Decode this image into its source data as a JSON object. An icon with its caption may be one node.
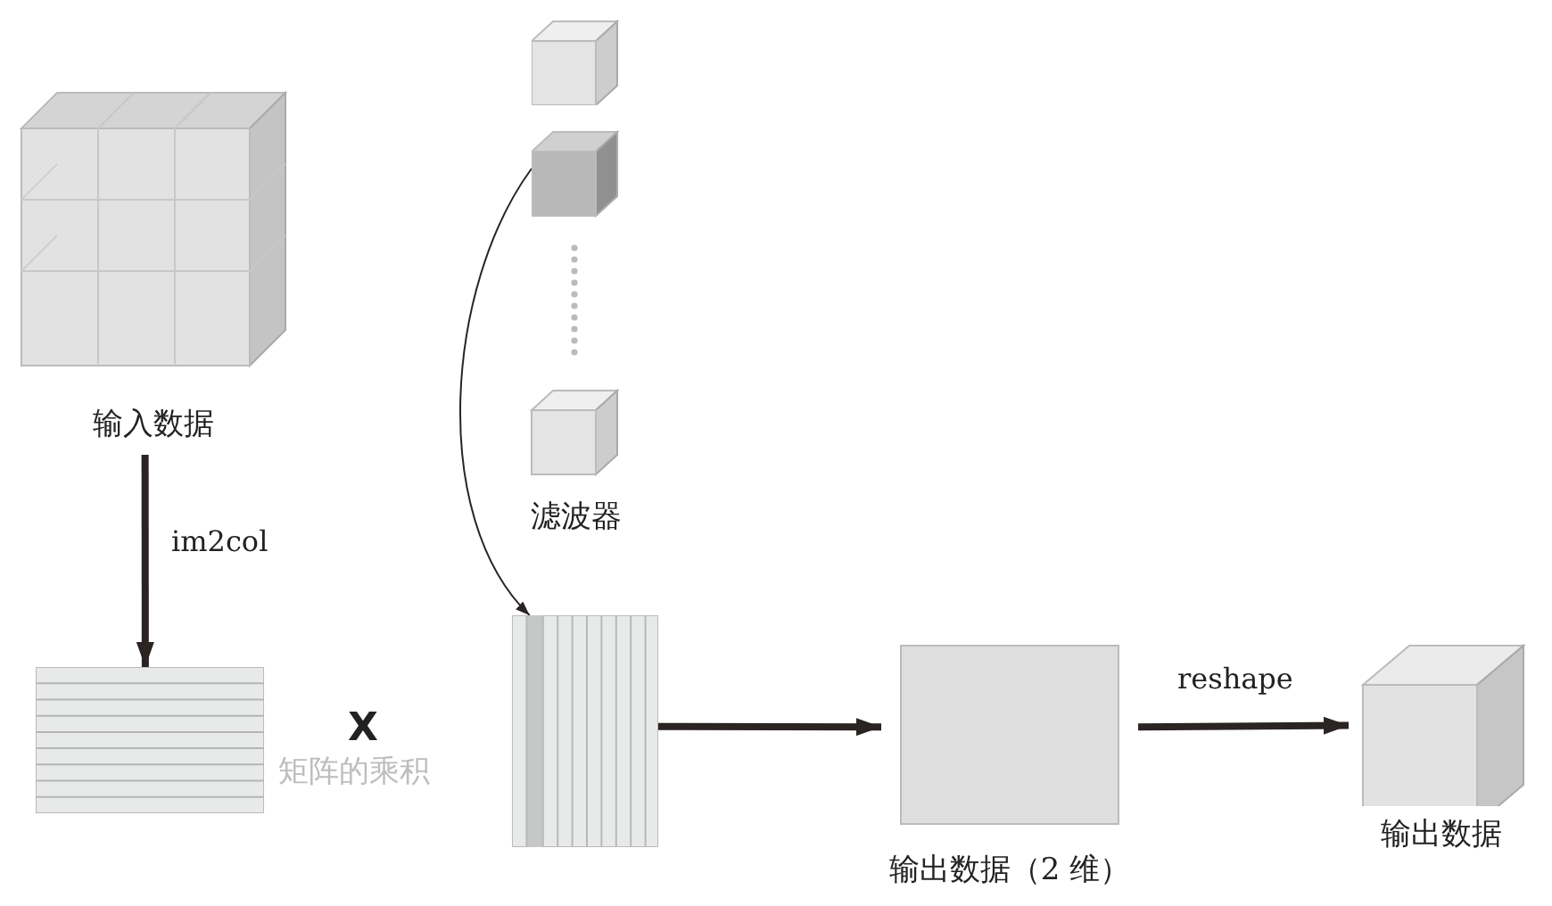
{
  "diagram": {
    "nodes": [
      {
        "text": [
          "输入数据"
        ]
      },
      {
        "text": [],
        "shape": "box"
      },
      {
        "text": [],
        "shape": "cube"
      },
      {
        "text": [],
        "shape": "cube"
      },
      {
        "text": [
          "滤波器"
        ]
      },
      {
        "text": [],
        "shape": "box"
      },
      {
        "text": [
          "输出数据（2 维）"
        ]
      },
      {
        "text": [
          "输出数据"
        ]
      }
    ],
    "edges": [
      {
        "from": 0,
        "to": 1,
        "arrow": "to",
        "label": "im2col"
      },
      {
        "from": 3,
        "to": 5,
        "arrow": "to"
      },
      {
        "from": 5,
        "to": 6,
        "arrow": "to"
      },
      {
        "from": 6,
        "to": 7,
        "arrow": "to",
        "label": "reshape"
      }
    ],
    "labels": [
      "X",
      "矩阵的乘积"
    ]
  }
}
